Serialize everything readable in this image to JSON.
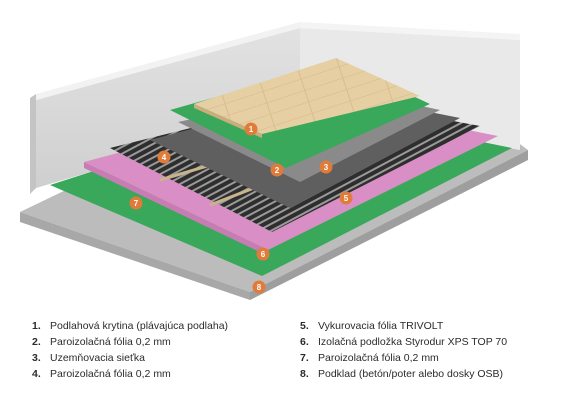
{
  "colors": {
    "badge": "#e07b39",
    "wall": "#d6d6d6",
    "concrete": "#bdbdbd",
    "green": "#3aa85a",
    "pink": "#d98fc6",
    "gray_mesh": "#6f6f6f",
    "heating_foil": "#2e2e2e",
    "wood": "#e7cfa4"
  },
  "badges": {
    "b1": "1",
    "b2": "2",
    "b3": "3",
    "b4": "4",
    "b5": "5",
    "b6": "6",
    "b7": "7",
    "b8": "8"
  },
  "legend": {
    "left": [
      {
        "num": "1.",
        "text": "Podlahová krytina (plávajúca podlaha)"
      },
      {
        "num": "2.",
        "text": "Paroizolačná fólia 0,2 mm"
      },
      {
        "num": "3.",
        "text": "Uzemňovacia sieťka"
      },
      {
        "num": "4.",
        "text": "Paroizolačná fólia 0,2 mm"
      }
    ],
    "right": [
      {
        "num": "5.",
        "text": "Vykurovacia fólia TRIVOLT"
      },
      {
        "num": "6.",
        "text": "Izolačná podložka Styrodur XPS TOP 70"
      },
      {
        "num": "7.",
        "text": "Paroizolačná fólia 0,2 mm"
      },
      {
        "num": "8.",
        "text": "Podklad (betón/poter alebo dosky OSB)"
      }
    ]
  }
}
